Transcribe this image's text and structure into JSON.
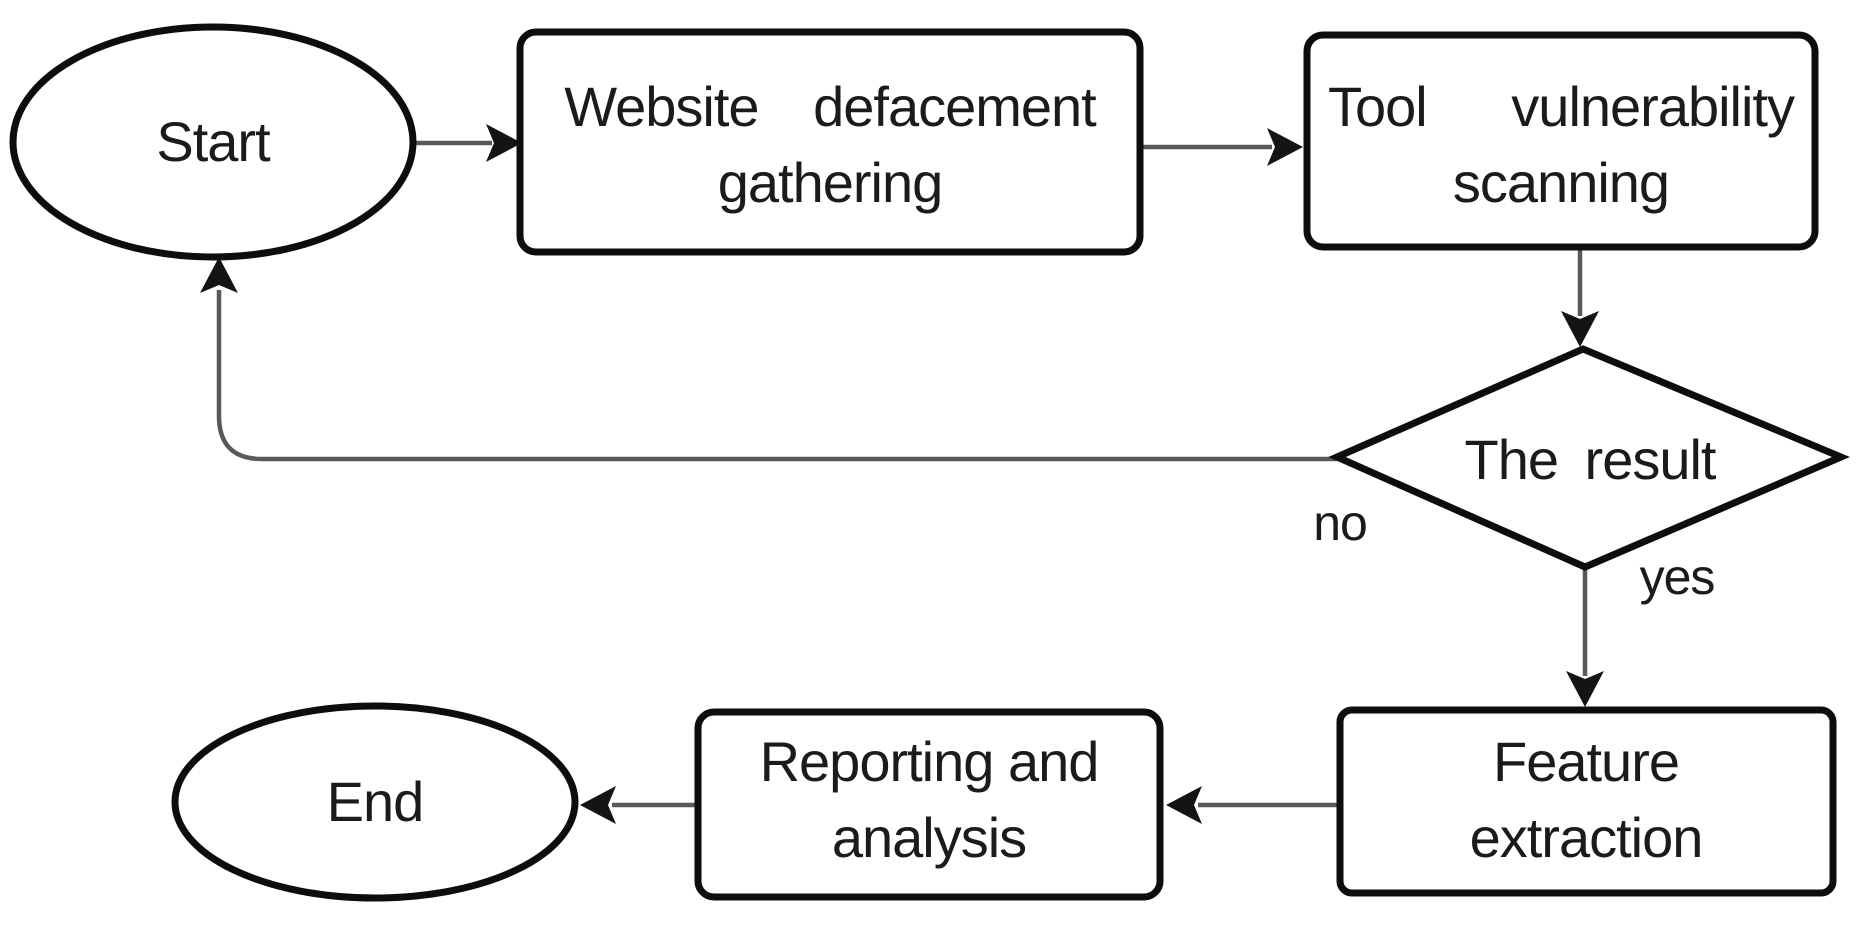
{
  "nodes": {
    "start": {
      "label": "Start",
      "type": "terminator"
    },
    "gathering": {
      "label": "Website defacement\ngathering",
      "type": "process"
    },
    "scanning": {
      "label": "Tool vulnerability\nscanning",
      "type": "process"
    },
    "decision": {
      "label": "The result",
      "type": "decision"
    },
    "feature": {
      "label": "Feature\nextraction",
      "type": "process"
    },
    "reporting": {
      "label": "Reporting and\nanalysis",
      "type": "process"
    },
    "end": {
      "label": "End",
      "type": "terminator"
    }
  },
  "edge_labels": {
    "no": "no",
    "yes": "yes"
  },
  "edges": [
    {
      "from": "start",
      "to": "gathering"
    },
    {
      "from": "gathering",
      "to": "scanning"
    },
    {
      "from": "scanning",
      "to": "decision"
    },
    {
      "from": "decision",
      "to": "start",
      "label": "no"
    },
    {
      "from": "decision",
      "to": "feature",
      "label": "yes"
    },
    {
      "from": "feature",
      "to": "reporting"
    },
    {
      "from": "reporting",
      "to": "end"
    }
  ],
  "colors": {
    "shape_border": "#0d0d0d",
    "connector": "#595959",
    "arrowhead": "#141414",
    "text": "#1b1b1b",
    "background": "#ffffff",
    "shape_fill": "#ffffff"
  }
}
